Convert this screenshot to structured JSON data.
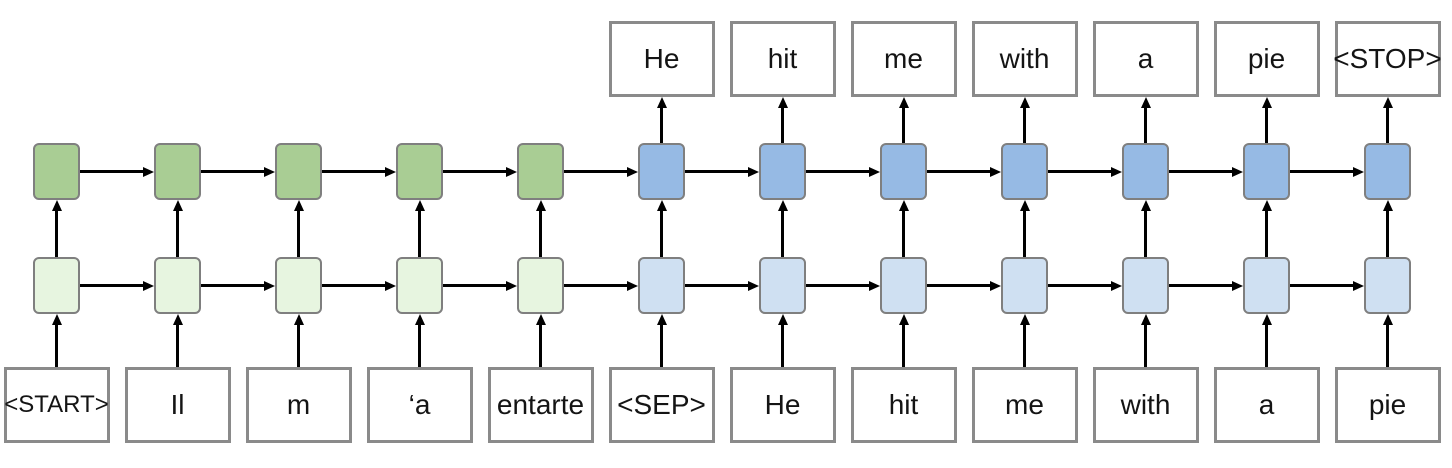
{
  "diagram": {
    "encoder": {
      "input_tokens": [
        "<START>",
        "Il",
        "m",
        "‘a",
        "entarte"
      ],
      "cell_colors": {
        "hidden_top": "#a9cd94",
        "hidden_bottom": "#e7f5e0"
      }
    },
    "decoder": {
      "input_tokens": [
        "<SEP>",
        "He",
        "hit",
        "me",
        "with",
        "a",
        "pie"
      ],
      "output_tokens": [
        "He",
        "hit",
        "me",
        "with",
        "a",
        "pie",
        "<STOP>"
      ],
      "cell_colors": {
        "hidden_top": "#96bae4",
        "hidden_bottom": "#cfe0f2"
      }
    },
    "style_colors": {
      "box_border": "#8a8a8a",
      "cell_border": "#7f7f7f",
      "arrow": "#000000",
      "text": "#141414",
      "background": "#ffffff"
    }
  }
}
